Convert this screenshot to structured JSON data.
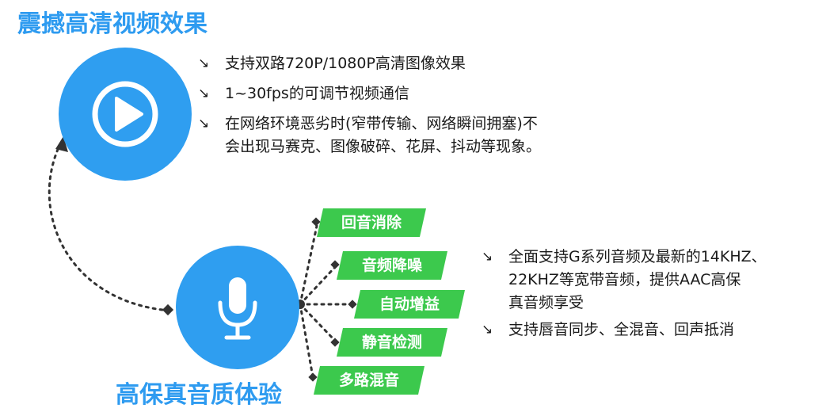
{
  "video": {
    "title": "震撼高清视频效果",
    "icon": "play-icon",
    "bullet_arrow": "↘",
    "bullets": [
      "支持双路720P/1080P高清图像效果",
      "1~30fps的可调节视频通信",
      "在网络环境恶劣时(窄带传输、网络瞬间拥塞)不\n会出现马赛克、图像破碎、花屏、抖动等现象。"
    ]
  },
  "audio": {
    "title": "高保真音质体验",
    "icon": "microphone-icon",
    "features": [
      "回音消除",
      "音频降噪",
      "自动增益",
      "静音检测",
      "多路混音"
    ],
    "bullet_arrow": "↘",
    "bullets": [
      "全面支持G系列音频及最新的14KHZ、\n22KHZ等宽带音频，提供AAC高保\n真音频享受",
      "支持唇音同步、全混音、回声抵消"
    ]
  },
  "colors": {
    "accent_blue": "#2e9bf0",
    "tag_green": "#3cc94d",
    "connector": "#333333",
    "text": "#1a1a1a"
  }
}
